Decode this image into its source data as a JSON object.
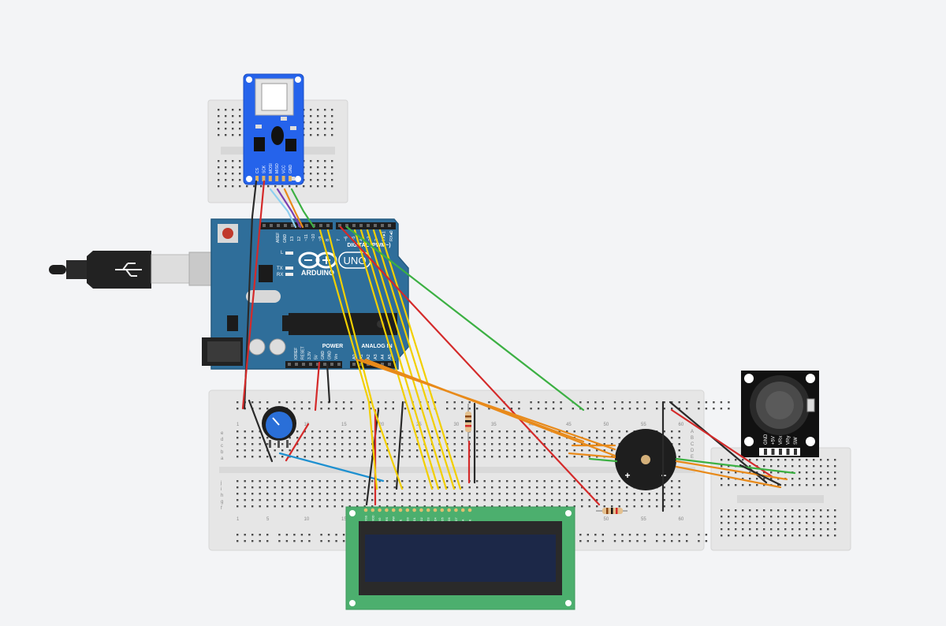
{
  "arduino": {
    "brand": "ARDUINO",
    "model": "UNO",
    "digital_label": "DIGITAL (PWM~)",
    "power_label": "POWER",
    "analog_label": "ANALOG IN",
    "aref": "AREF",
    "gnd": "GND",
    "pins_top": [
      "13",
      "12",
      "~11",
      "~10",
      "~9",
      "8",
      "7",
      "~6",
      "~5",
      "4",
      "~3",
      "2",
      "TX▸1",
      "RX◂0"
    ],
    "pins_power": [
      "IOREF",
      "RESET",
      "3.3V",
      "5V",
      "GND",
      "GND",
      "Vin"
    ],
    "pins_analog": [
      "A0",
      "A1",
      "A2",
      "A3",
      "A4",
      "A5"
    ],
    "led_labels": [
      "L",
      "TX",
      "RX"
    ]
  },
  "sd_module": {
    "pins": [
      "CS",
      "SCK",
      "MOSI",
      "MISO",
      "VCC",
      "GND"
    ]
  },
  "joystick": {
    "pins": [
      "GND",
      "+5V",
      "VRx",
      "VRy",
      "SW"
    ]
  },
  "buzzer": {
    "plus": "+",
    "minus": "−"
  },
  "breadboard_main": {
    "col_numbers_top": [
      "1",
      "5",
      "10",
      "15",
      "20",
      "25",
      "30",
      "35",
      "40",
      "45",
      "50",
      "55",
      "60"
    ],
    "row_letters_left": [
      "j",
      "i",
      "h",
      "g",
      "f",
      "e",
      "d",
      "c",
      "b",
      "a"
    ],
    "row_letters_right": [
      "A",
      "B",
      "C",
      "D",
      "E"
    ]
  },
  "lcd": {
    "pins": [
      "VSS",
      "VDD",
      "V0",
      "RS",
      "RW",
      "E",
      "D0",
      "D1",
      "D2",
      "D3",
      "D4",
      "D5",
      "D6",
      "D7",
      "A",
      "K"
    ]
  },
  "colors": {
    "background": "#f3f4f6",
    "arduino_blue": "#2f6e9a",
    "sd_blue": "#2563eb",
    "lcd_green": "#4caf6e",
    "lcd_screen": "#1c2848",
    "wire_red": "#d42a2a",
    "wire_black": "#2a2a2a",
    "wire_yellow": "#f2cf00",
    "wire_orange": "#e88a1a",
    "wire_green": "#3cb043",
    "wire_blue": "#1e90d0",
    "wire_purple": "#7b3fb0",
    "wire_lightblue": "#8fd0f0"
  }
}
